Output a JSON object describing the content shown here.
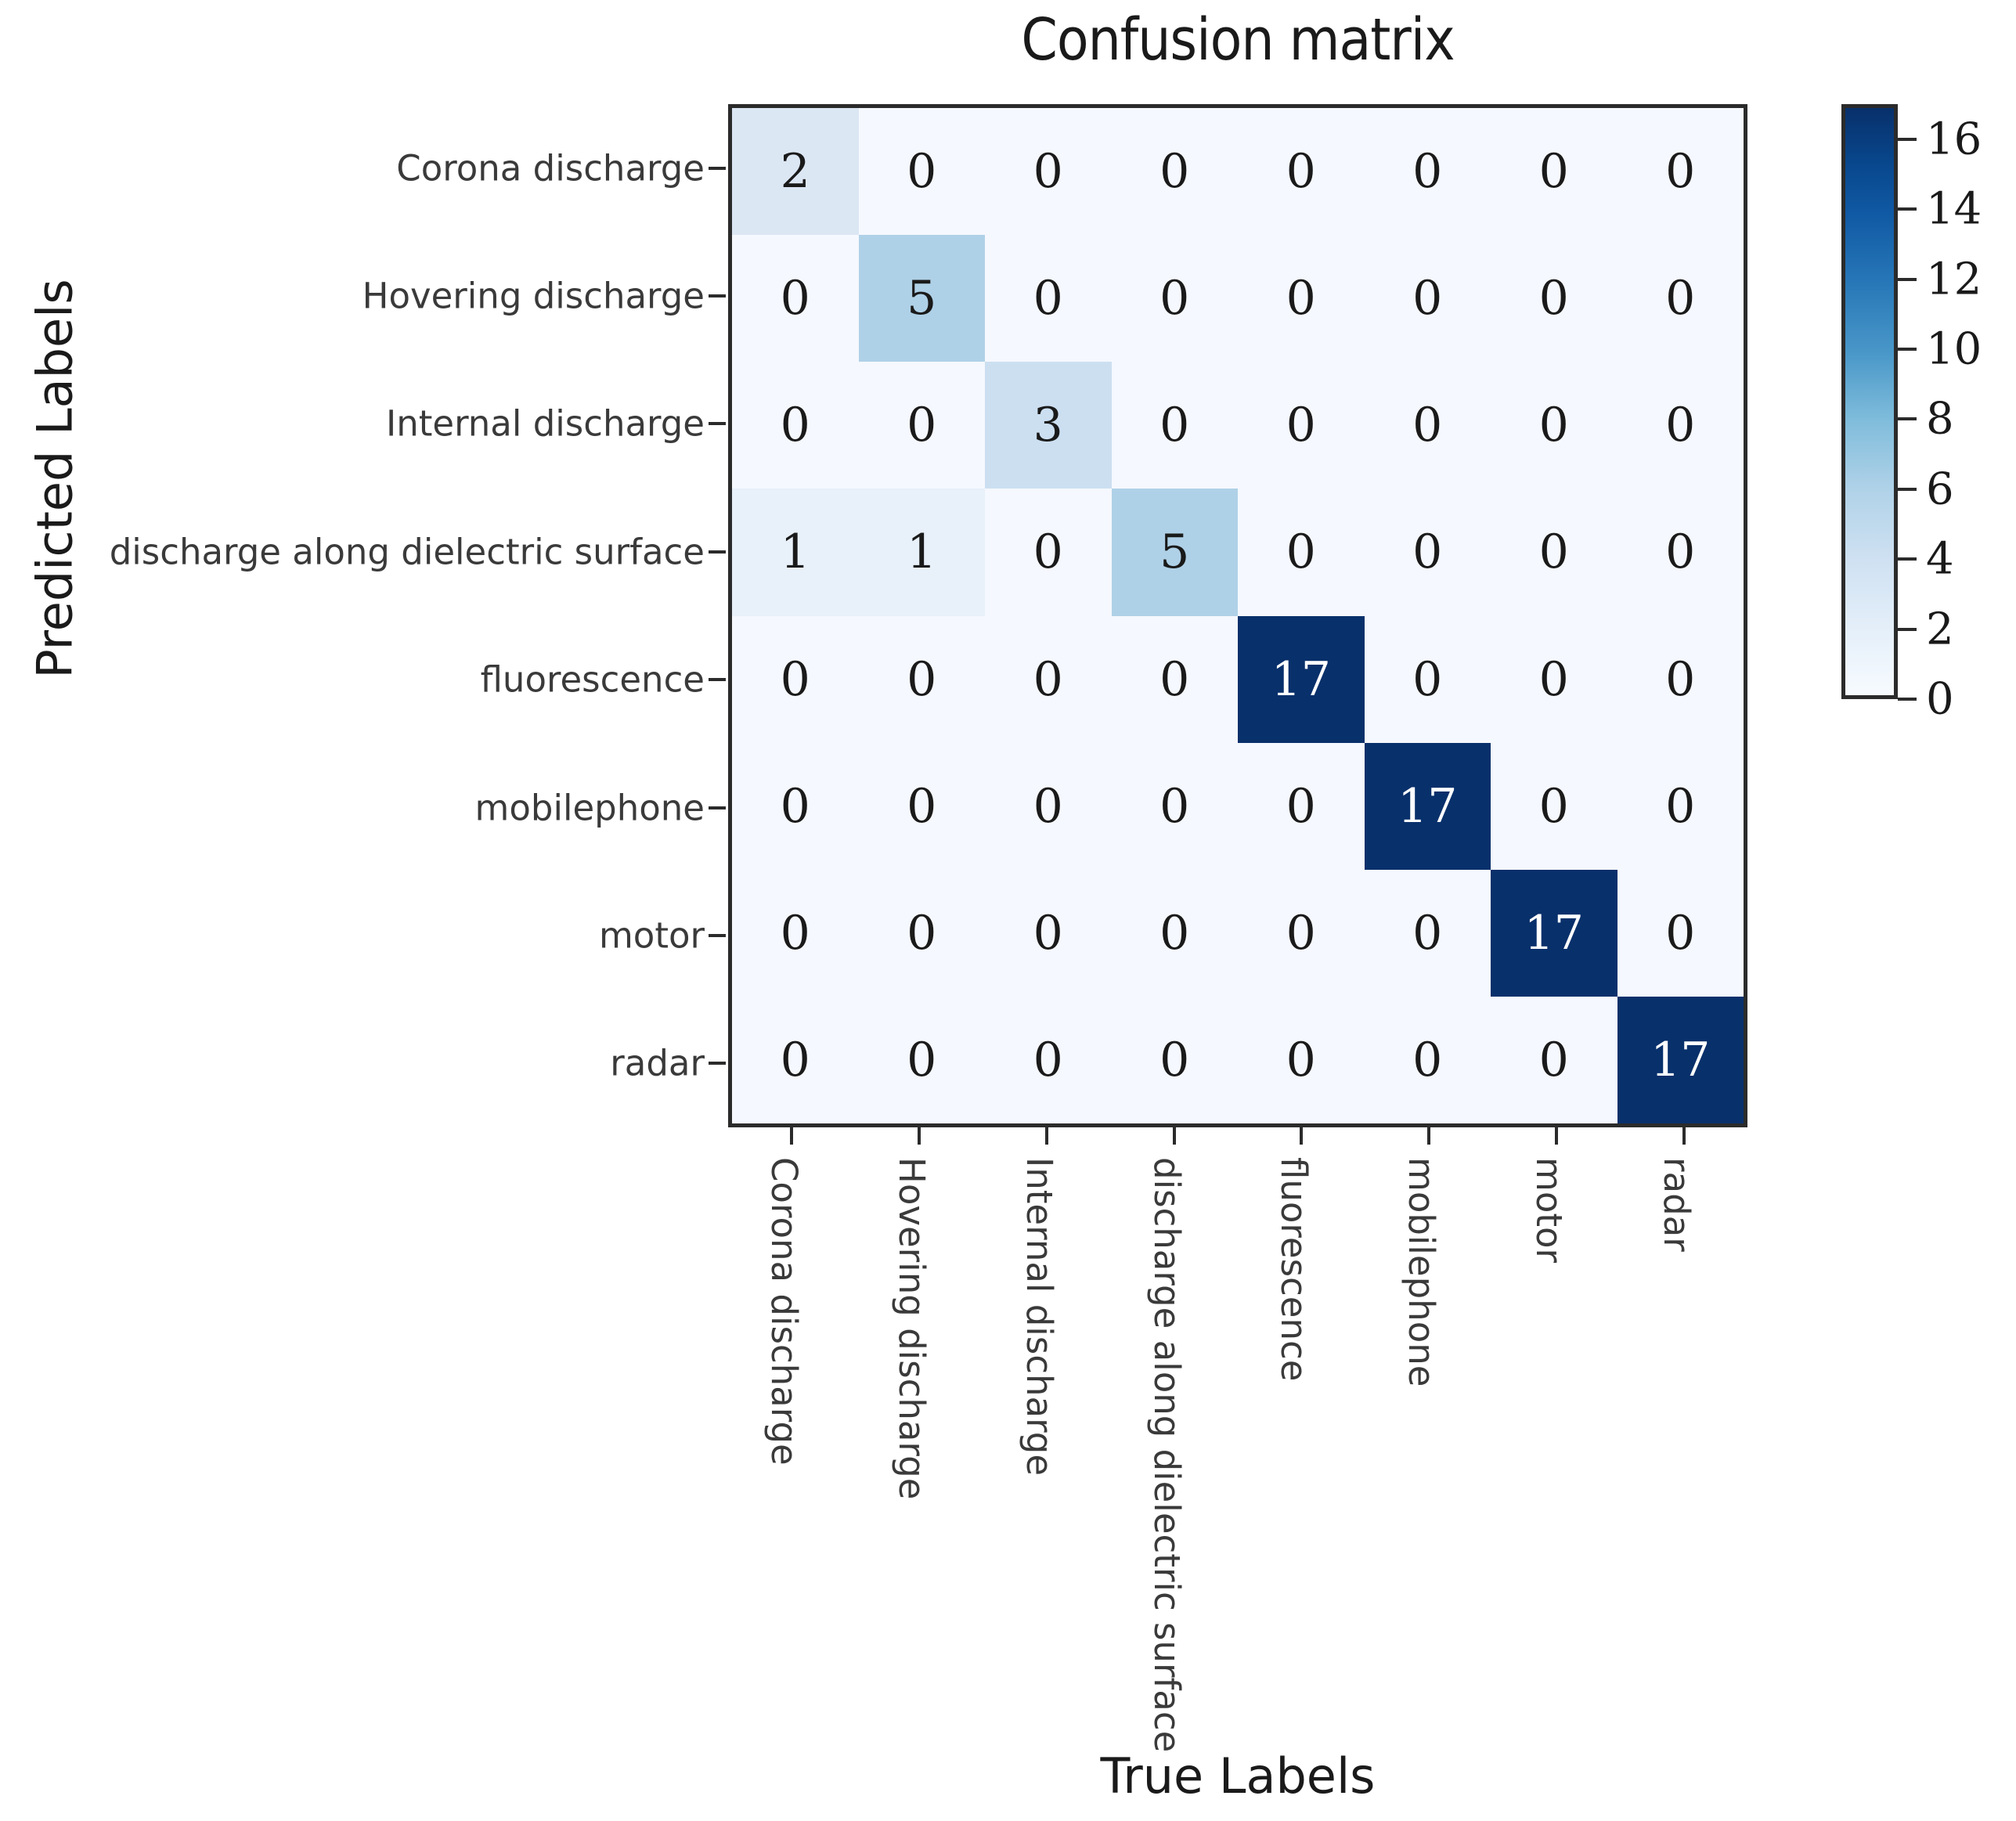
{
  "chart_data": {
    "type": "heatmap",
    "title": "Confusion matrix",
    "xlabel": "True Labels",
    "ylabel": "Predicted Labels",
    "categories": [
      "Corona discharge",
      "Hovering discharge",
      "Internal discharge",
      "discharge along dielectric surface",
      "fluorescence",
      "mobilephone",
      "motor",
      "radar"
    ],
    "x_tick_labels": [
      "Corona discharge",
      "Hovering discharge",
      "Internal discharge",
      "discharge along dielectric surface",
      "fluorescence",
      "mobilephone",
      "motor",
      "radar"
    ],
    "y_tick_labels": [
      "Corona discharge",
      "Hovering discharge",
      "Internal discharge",
      "discharge along dielectric surface",
      "fluorescence",
      "mobilephone",
      "motor",
      "radar"
    ],
    "x_tick_rotation": 90,
    "matrix": [
      [
        2,
        0,
        0,
        0,
        0,
        0,
        0,
        0
      ],
      [
        0,
        5,
        0,
        0,
        0,
        0,
        0,
        0
      ],
      [
        0,
        0,
        3,
        0,
        0,
        0,
        0,
        0
      ],
      [
        1,
        1,
        0,
        5,
        0,
        0,
        0,
        0
      ],
      [
        0,
        0,
        0,
        0,
        17,
        0,
        0,
        0
      ],
      [
        0,
        0,
        0,
        0,
        0,
        17,
        0,
        0
      ],
      [
        0,
        0,
        0,
        0,
        0,
        0,
        17,
        0
      ],
      [
        0,
        0,
        0,
        0,
        0,
        0,
        0,
        17
      ]
    ],
    "cell_colors": [
      [
        "#dce7f4",
        "#f5f8fe",
        "#f5f8fe",
        "#f5f8fe",
        "#f5f8fe",
        "#f5f8fe",
        "#f5f8fe",
        "#f5f8fe"
      ],
      [
        "#f5f8fe",
        "#afd1e7",
        "#f5f8fe",
        "#f5f8fe",
        "#f5f8fe",
        "#f5f8fe",
        "#f5f8fe",
        "#f5f8fe"
      ],
      [
        "#f5f8fe",
        "#f5f8fe",
        "#ccdff1",
        "#f5f8fe",
        "#f5f8fe",
        "#f5f8fe",
        "#f5f8fe",
        "#f5f8fe"
      ],
      [
        "#e8f0f9",
        "#e8f0f9",
        "#f5f8fe",
        "#afd1e7",
        "#f5f8fe",
        "#f5f8fe",
        "#f5f8fe",
        "#f5f8fe"
      ],
      [
        "#f5f8fe",
        "#f5f8fe",
        "#f5f8fe",
        "#f5f8fe",
        "#08306b",
        "#f5f8fe",
        "#f5f8fe",
        "#f5f8fe"
      ],
      [
        "#f5f8fe",
        "#f5f8fe",
        "#f5f8fe",
        "#f5f8fe",
        "#f5f8fe",
        "#08306b",
        "#f5f8fe",
        "#f5f8fe"
      ],
      [
        "#f5f8fe",
        "#f5f8fe",
        "#f5f8fe",
        "#f5f8fe",
        "#f5f8fe",
        "#f5f8fe",
        "#08306b",
        "#f5f8fe"
      ],
      [
        "#f5f8fe",
        "#f5f8fe",
        "#f5f8fe",
        "#f5f8fe",
        "#f5f8fe",
        "#f5f8fe",
        "#f5f8fe",
        "#08306b"
      ]
    ],
    "dark_cells": [
      [
        4,
        4
      ],
      [
        5,
        5
      ],
      [
        6,
        6
      ],
      [
        7,
        7
      ]
    ],
    "colorbar": {
      "ticks": [
        0,
        2,
        4,
        6,
        8,
        10,
        12,
        14,
        16
      ],
      "vmin": 0,
      "vmax": 17,
      "colormap": "Blues",
      "low_color": "#f7fbff",
      "high_color": "#08306b"
    },
    "grid": false,
    "legend": "colorbar-right"
  }
}
